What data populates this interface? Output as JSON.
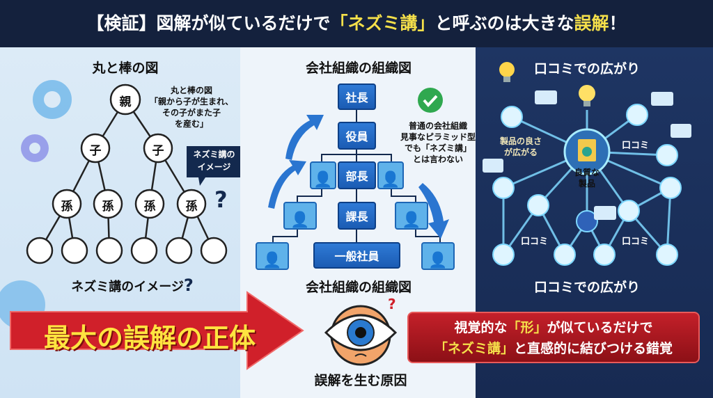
{
  "header": {
    "prefix": "【検証】図解が似ているだけで",
    "hl1": "「ネズミ講」",
    "mid": "と呼ぶのは大きな",
    "hl2": "誤解",
    "suffix": "！"
  },
  "left": {
    "title": "丸と棒の図",
    "note_title": "丸と棒の図",
    "note_lines": [
      "「親から子が生まれ、",
      "その子がまた子",
      "を産む」"
    ],
    "root": "親",
    "children": [
      "子",
      "子"
    ],
    "grandchildren": [
      "孫",
      "孫",
      "孫",
      "孫"
    ],
    "bubble": [
      "ネズミ講の",
      "イメージ"
    ],
    "question": "?",
    "bottom_label": "ネズミ講のイメージ",
    "bottom_q": "?"
  },
  "middle": {
    "title": "会社組織の組織図",
    "levels": [
      "社長",
      "役員",
      "部長",
      "課長",
      "一般社員"
    ],
    "note": [
      "普通の会社組織",
      "見事なピラミッド型",
      "でも「ネズミ講」",
      "とは言わない"
    ],
    "bottom_label": "会社組織の組織図"
  },
  "right": {
    "title": "口コミでの広がり",
    "center_label": [
      "良質な",
      "製品"
    ],
    "side_label": [
      "製品の良さ",
      "が広がる"
    ],
    "kuchikomi": "口コミ",
    "bottom_label": "口コミでの広がり"
  },
  "bottom": {
    "arrow_label": "最大の誤解の正体",
    "eye_q": "?",
    "cause_label": "誤解を生む原因",
    "explain_l1_a": "視覚的な",
    "explain_l1_hl": "「形」",
    "explain_l1_b": "が似ているだけで",
    "explain_l2_hl": "「ネズミ講」",
    "explain_l2_b": "と直感的に結びつける錯覚"
  },
  "colors": {
    "navy": "#14213d",
    "yellow": "#f5e04a",
    "red": "#c4202a",
    "blue": "#1b5cb4",
    "glow": "#7fd8ff"
  }
}
